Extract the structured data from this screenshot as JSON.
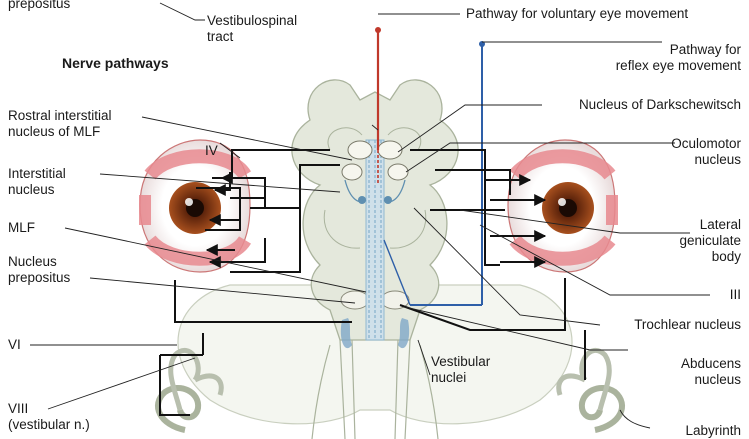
{
  "heading": "Nerve pathways",
  "labels": {
    "prepositus_top": "prepositus",
    "vestibulospinal": "Vestibulospinal\ntract",
    "voluntary": "Pathway for voluntary eye movement",
    "reflex": "Pathway for\nreflex eye movement",
    "rostral": "Rostral interstitial\nnucleus of MLF",
    "darkschewitsch": "Nucleus of Darkschewitsch",
    "iv": "IV",
    "interstitial": "Interstitial\nnucleus",
    "oculomotor": "Oculomotor\nnucleus",
    "mlf": "MLF",
    "lateral_geniculate": "Lateral\ngeniculate\nbody",
    "nucleus_prepositus": "Nucleus\nprepositus",
    "iii": "III",
    "vi": "VI",
    "trochlear": "Trochlear nucleus",
    "vestibular_nuclei": "Vestibular\nnuclei",
    "abducens": "Abducens\nnucleus",
    "viii": "VIII\n(vestibular n.)",
    "labyrinth": "Labyrinth"
  },
  "colors": {
    "voluntary_pathway": "#c0392b",
    "reflex_pathway": "#2e5fa8",
    "brainstem": "#dfe5d6",
    "muscle": "#e8898f",
    "iris": "#8b3a14",
    "mlf": "#8fb7d0"
  }
}
